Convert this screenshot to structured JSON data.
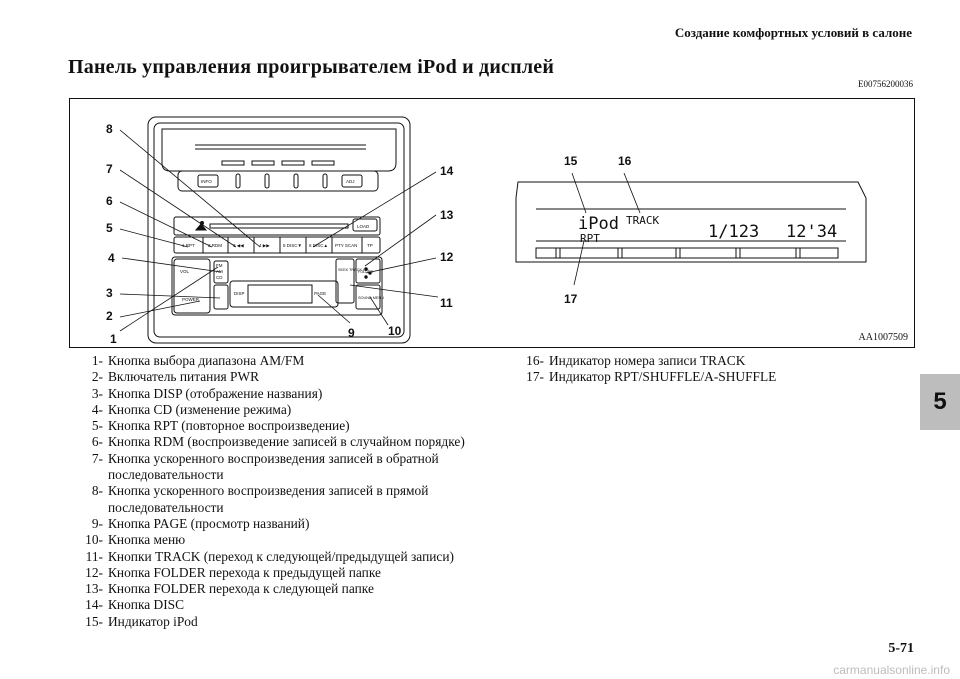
{
  "header": {
    "section": "Создание комфортных условий в салоне",
    "title": "Панель управления проигрывателем iPod и дисплей",
    "code": "E00756200036"
  },
  "figure": {
    "code": "AA1007509",
    "callouts": [
      "1",
      "2",
      "3",
      "4",
      "5",
      "6",
      "7",
      "8",
      "9",
      "10",
      "11",
      "12",
      "13",
      "14",
      "15",
      "16",
      "17"
    ],
    "unit_labels": {
      "info": "INFO",
      "adj": "ADJ",
      "load": "LOAD",
      "rpt": "1 RPT",
      "rdm": "2 RDM",
      "rew": "3 ◀◀",
      "ff": "4 ▶▶",
      "disc_down": "5 DISC▼",
      "disc_up": "6 DISC▲",
      "pty_scan": "PTY SCAN",
      "tp": "TP",
      "vol": "VOL",
      "fm": "FM",
      "am": "AM",
      "cd": "CD",
      "power": "POWER",
      "disp": "DISP",
      "page": "PAGE",
      "seek_track": "SEEK TRACK CH",
      "folder": "FOLDER",
      "sound_menu": "SOUND MENU"
    },
    "display": {
      "source": "iPod",
      "track_label": "TRACK",
      "track": "1/123",
      "time": "12'34",
      "mode": "RPT"
    }
  },
  "legend": {
    "left": [
      {
        "num": "1-",
        "text": "Кнопка выбора диапазона AM/FM"
      },
      {
        "num": "2-",
        "text": "Включатель питания PWR"
      },
      {
        "num": "3-",
        "text": "Кнопка DISP (отображение названия)"
      },
      {
        "num": "4-",
        "text": "Кнопка CD (изменение режима)"
      },
      {
        "num": "5-",
        "text": "Кнопка RPT (повторное воспроизведение)"
      },
      {
        "num": "6-",
        "text": "Кнопка RDM (воспроизведение записей в случайном порядке)"
      },
      {
        "num": "7-",
        "text": "Кнопка ускоренного воспроизведения записей в обратной последовательности"
      },
      {
        "num": "8-",
        "text": "Кнопка ускоренного воспроизведения записей в прямой последовательности"
      },
      {
        "num": "9-",
        "text": "Кнопка PAGE (просмотр названий)"
      },
      {
        "num": "10-",
        "text": "Кнопка меню"
      },
      {
        "num": "11-",
        "text": "Кнопки TRACK (переход к следующей/предыдущей записи)"
      },
      {
        "num": "12-",
        "text": "Кнопка FOLDER перехода к предыдущей папке"
      },
      {
        "num": "13-",
        "text": "Кнопка FOLDER перехода к следующей папке"
      },
      {
        "num": "14-",
        "text": "Кнопка DISC"
      },
      {
        "num": "15-",
        "text": "Индикатор iPod"
      }
    ],
    "right": [
      {
        "num": "16-",
        "text": "Индикатор номера записи TRACK"
      },
      {
        "num": "17-",
        "text": "Индикатор RPT/SHUFFLE/A-SHUFFLE"
      }
    ]
  },
  "chapter": "5",
  "page_number": "5-71",
  "watermark": "carmanualsonline.info"
}
